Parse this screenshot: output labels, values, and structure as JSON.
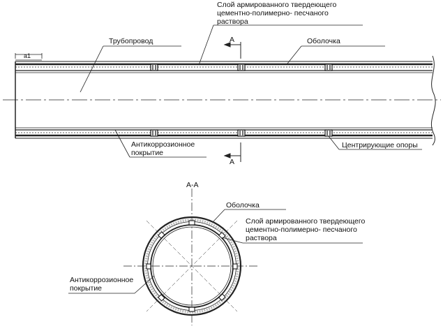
{
  "labels": {
    "mortar_layer": [
      "Слой армированного твердеющего",
      "цементно-полимерно- песчаного",
      "раствора"
    ],
    "pipeline": "Трубопровод",
    "shell": "Оболочка",
    "anticorrosion": [
      "Антикоррозионное",
      "покрытие"
    ],
    "centering_supports": "Центрирующие опоры",
    "section_mark": "А",
    "dimension_a1": "a1",
    "section_title": "А-А",
    "section_shell": "Оболочка",
    "section_mortar_layer": [
      "Слой армированного твердеющего",
      "цементно-полимерно- песчаного",
      "раствора"
    ],
    "section_anticorrosion": [
      "Антикоррозионное",
      "покрытие"
    ]
  }
}
